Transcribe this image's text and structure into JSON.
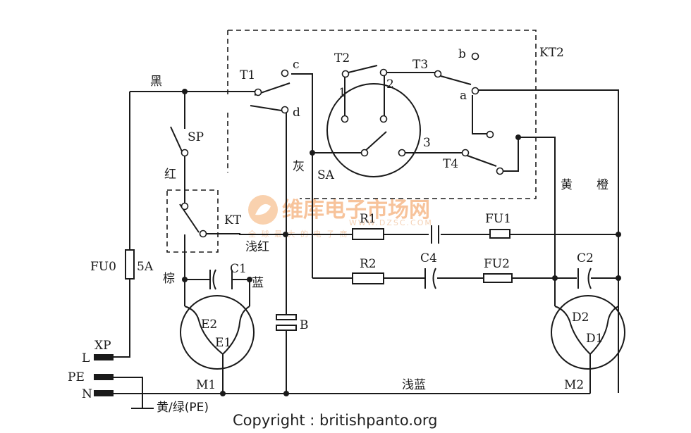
{
  "labels": {
    "kt2": "KT2",
    "t1": "T1",
    "c": "c",
    "d": "d",
    "t2": "T2",
    "t3": "T3",
    "t4": "T4",
    "b": "b",
    "a": "a",
    "n1": "1",
    "n2": "2",
    "n3": "3",
    "hei": "黑",
    "sp": "SP",
    "hong": "红",
    "hui": "灰",
    "sa": "SA",
    "huang": "黄",
    "cheng": "橙",
    "kt": "KT",
    "qianhong": "浅红",
    "r1": "R1",
    "fu1": "FU1",
    "r2": "R2",
    "c4": "C4",
    "fu2": "FU2",
    "c2": "C2",
    "fu0": "FU0",
    "fu0_rating": "5A",
    "zong": "棕",
    "c1": "C1",
    "lan": "蓝",
    "e2": "E2",
    "e1": "E1",
    "b_cap": "B",
    "d2": "D2",
    "d1": "D1",
    "xp": "XP",
    "l": "L",
    "pe": "PE",
    "n": "N",
    "m1": "M1",
    "m2": "M2",
    "qianlan": "浅蓝",
    "ground": "黄/绿(PE)"
  },
  "watermark": {
    "brand": "维库电子市场网",
    "url": "WWW.DZSC.COM",
    "tagline": "全 球 最 大 的 电 子 商 务 网"
  },
  "copyright": "Copyright : britishpanto.org",
  "colors": {
    "line": "#1a1a1a",
    "watermark": "#f6b98a",
    "background": "#ffffff"
  }
}
